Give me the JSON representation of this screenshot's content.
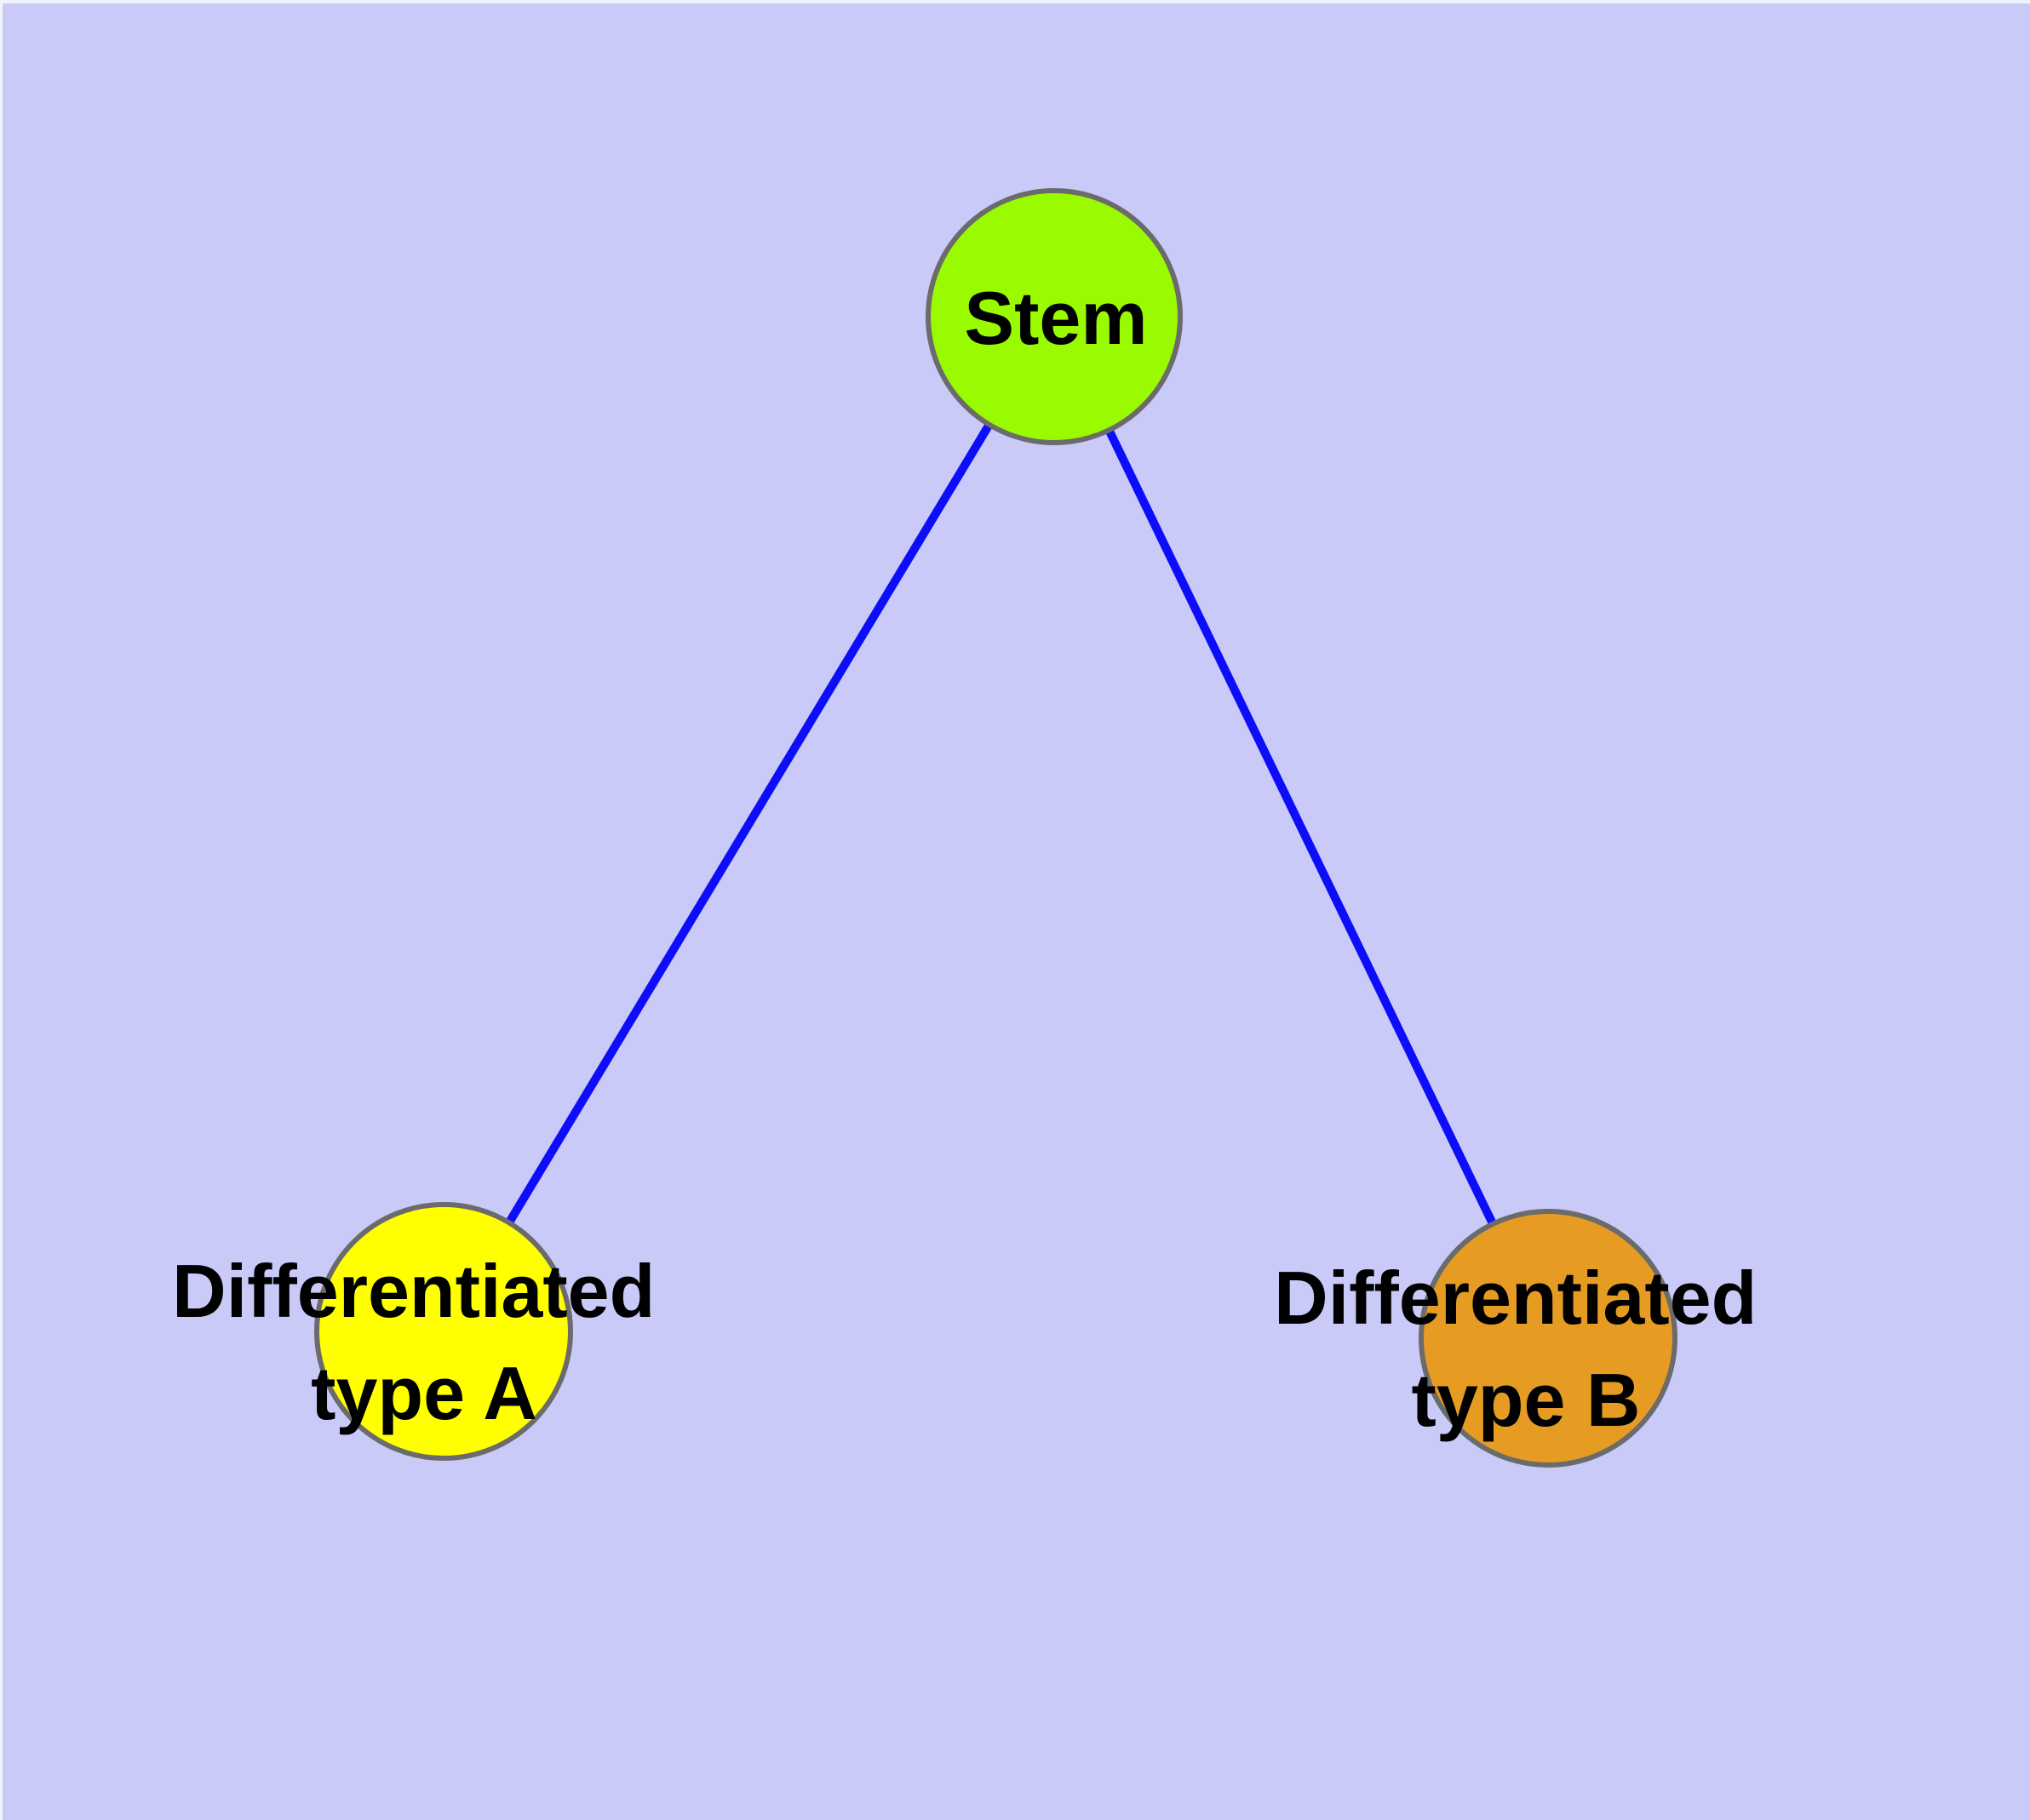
{
  "diagram": {
    "background_color": "#cacaf9",
    "page_margin_color": "#f2f2fb",
    "edge_color": "#0d0dfa",
    "node_border_color": "#6b6b6b",
    "label_color": "#000000",
    "nodes": [
      {
        "id": "stem",
        "label": "Stem",
        "fill": "#9afa00"
      },
      {
        "id": "differentiated-type-a",
        "label_line1": "Differentiated",
        "label_line2": "type A",
        "fill": "#ffff00"
      },
      {
        "id": "differentiated-type-b",
        "label_line1": "Differentiated",
        "label_line2": "type B",
        "fill": "#e69c23"
      }
    ],
    "edges": [
      {
        "from": "stem",
        "to": "differentiated-type-a"
      },
      {
        "from": "stem",
        "to": "differentiated-type-b"
      }
    ]
  }
}
